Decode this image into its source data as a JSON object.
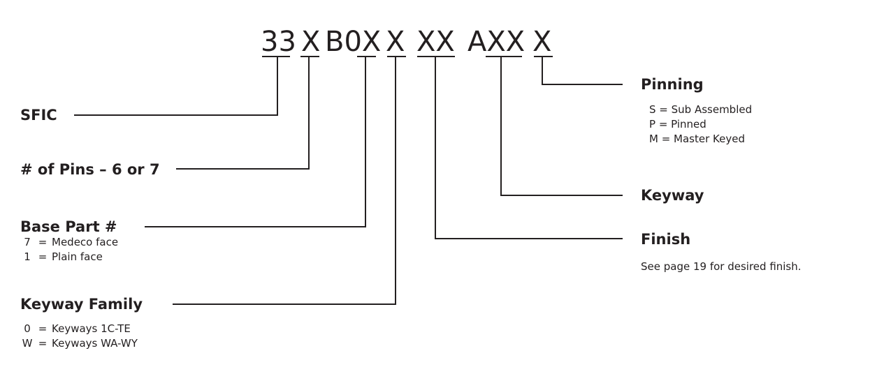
{
  "part_code": {
    "segments": [
      "33",
      "X",
      "B0X",
      "X",
      "XX",
      "AXX",
      "X"
    ]
  },
  "fields": {
    "sfic": {
      "label": "SFIC"
    },
    "pins": {
      "label": "# of Pins – 6 or 7"
    },
    "base_part": {
      "label": "Base Part #",
      "options": [
        {
          "key": "7",
          "sep": "=",
          "value": "Medeco face"
        },
        {
          "key": "1",
          "sep": "=",
          "value": "Plain face"
        }
      ]
    },
    "keyway_family": {
      "label": "Keyway Family",
      "options": [
        {
          "key": "0",
          "sep": "=",
          "value": "Keyways 1C-TE"
        },
        {
          "key": "W",
          "sep": "=",
          "value": "Keyways WA-WY"
        }
      ]
    },
    "pinning": {
      "label": "Pinning",
      "options": [
        "S = Sub Assembled",
        "P = Pinned",
        "M = Master Keyed"
      ]
    },
    "keyway": {
      "label": "Keyway"
    },
    "finish": {
      "label": "Finish",
      "note": "See page 19 for desired finish."
    }
  }
}
